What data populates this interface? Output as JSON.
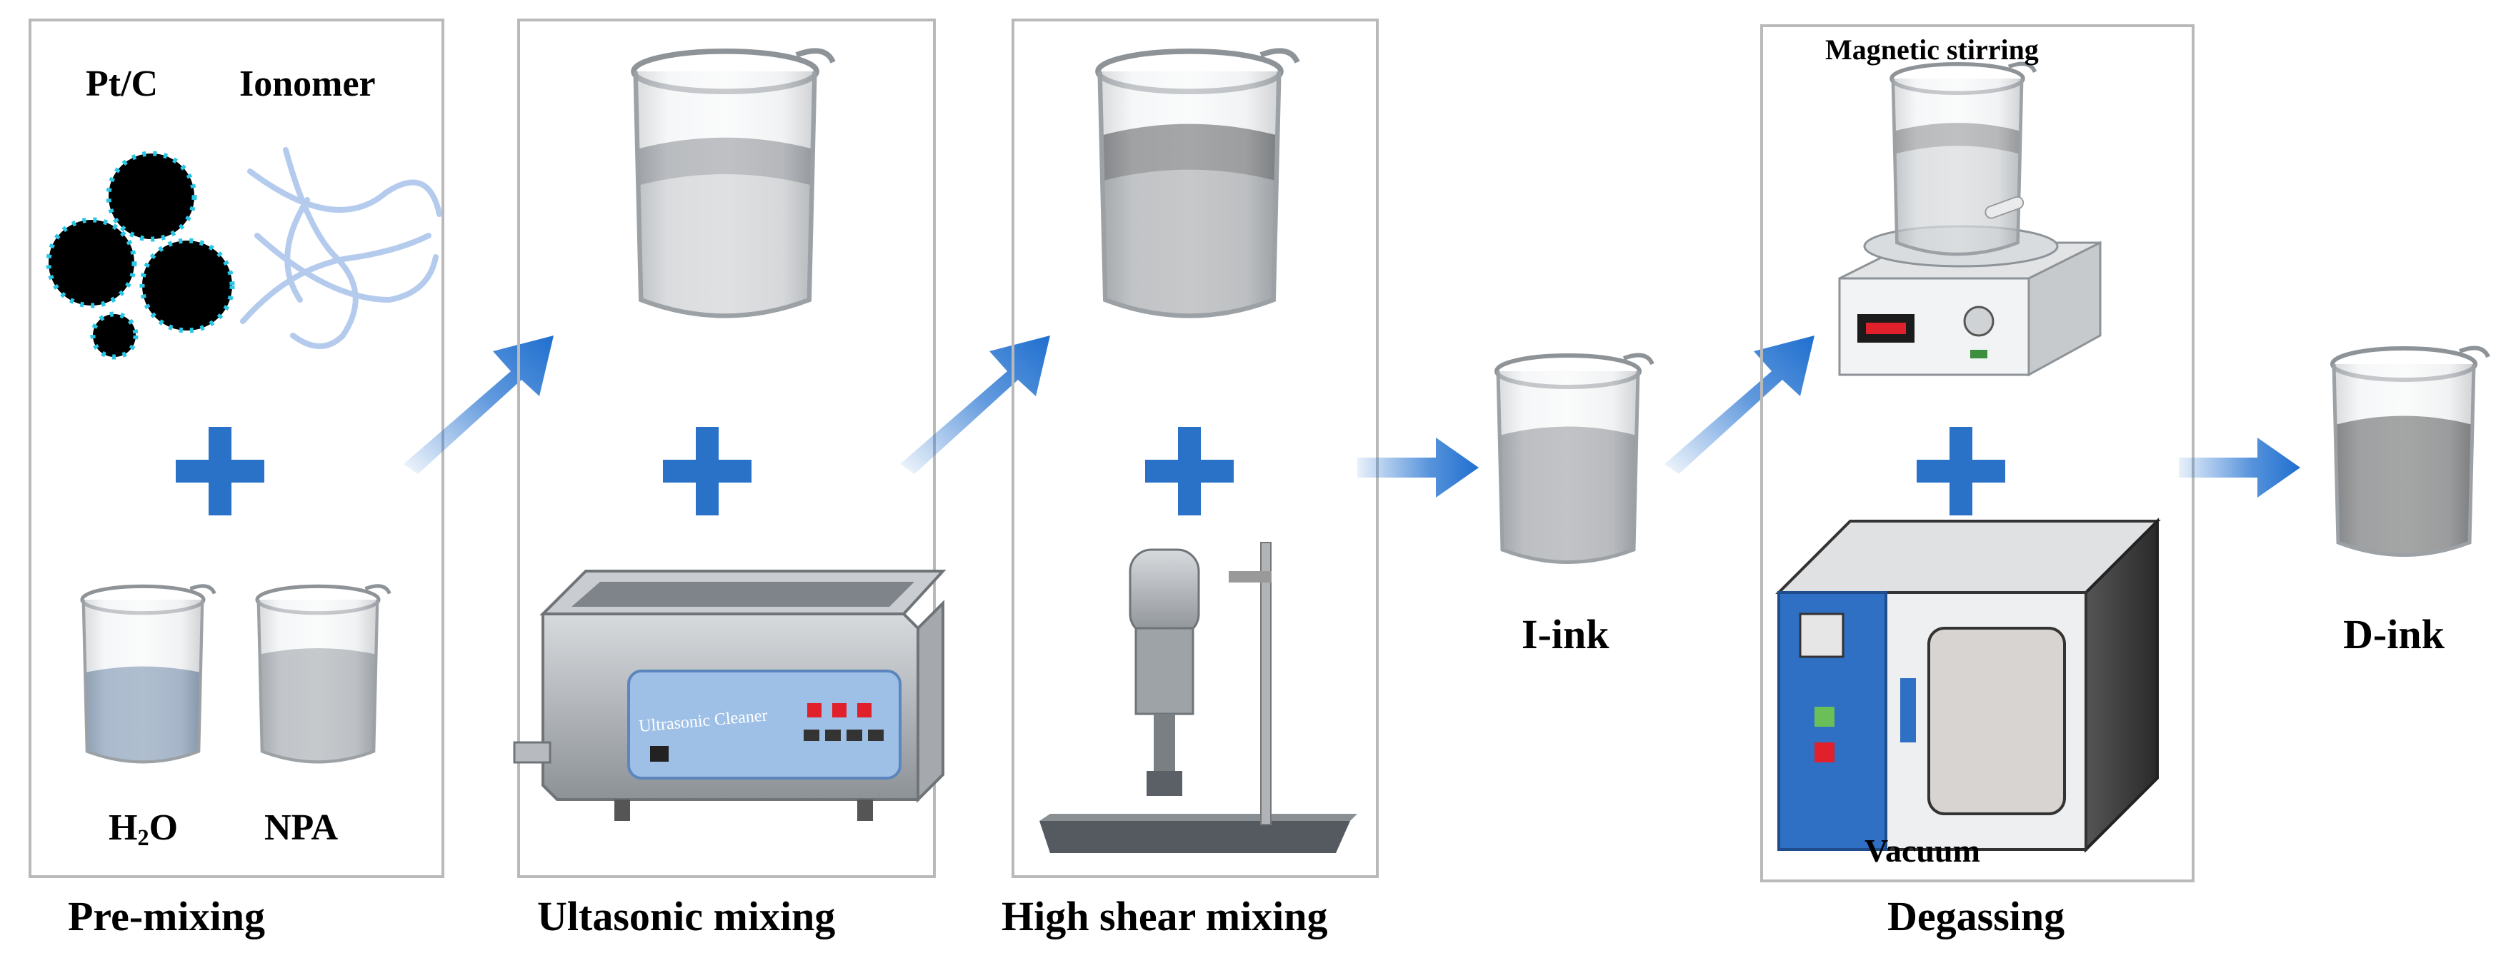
{
  "stages": {
    "premixing": "Pre-mixing",
    "ultrasonic": "Ultasonic mixing",
    "high_shear": "High shear mixing",
    "degassing": "Degassing"
  },
  "materials": {
    "ptc": "Pt/C",
    "ionomer": "Ionomer",
    "water_main": "H",
    "water_sub": "2",
    "water_tail": "O",
    "npa": "NPA"
  },
  "equipment": {
    "ultrasonic_cleaner": "Ultrasonic Cleaner",
    "magnetic_stirring": "Magnetic stirring",
    "vacuum": "Vacuum"
  },
  "products": {
    "i_ink": "I-ink",
    "d_ink": "D-ink"
  },
  "colors": {
    "arrow": "#1f6fcf",
    "plus": "#2a72c8",
    "panel_border": "#b9b9b9",
    "particle": "#000000",
    "particle_dots": "#29c7e6",
    "water": "#3b5f8c",
    "npa_liquid": "#6d747c",
    "ink": "#2b2b2b",
    "oven_panel": "#2f6fc4"
  },
  "icons": [
    "beaker-icon",
    "plus-icon",
    "arrow-icon",
    "ultrasonic-bath-icon",
    "homogenizer-icon",
    "magnetic-stirrer-icon",
    "vacuum-oven-icon",
    "carbon-particle-icon",
    "ionomer-strand-icon"
  ]
}
